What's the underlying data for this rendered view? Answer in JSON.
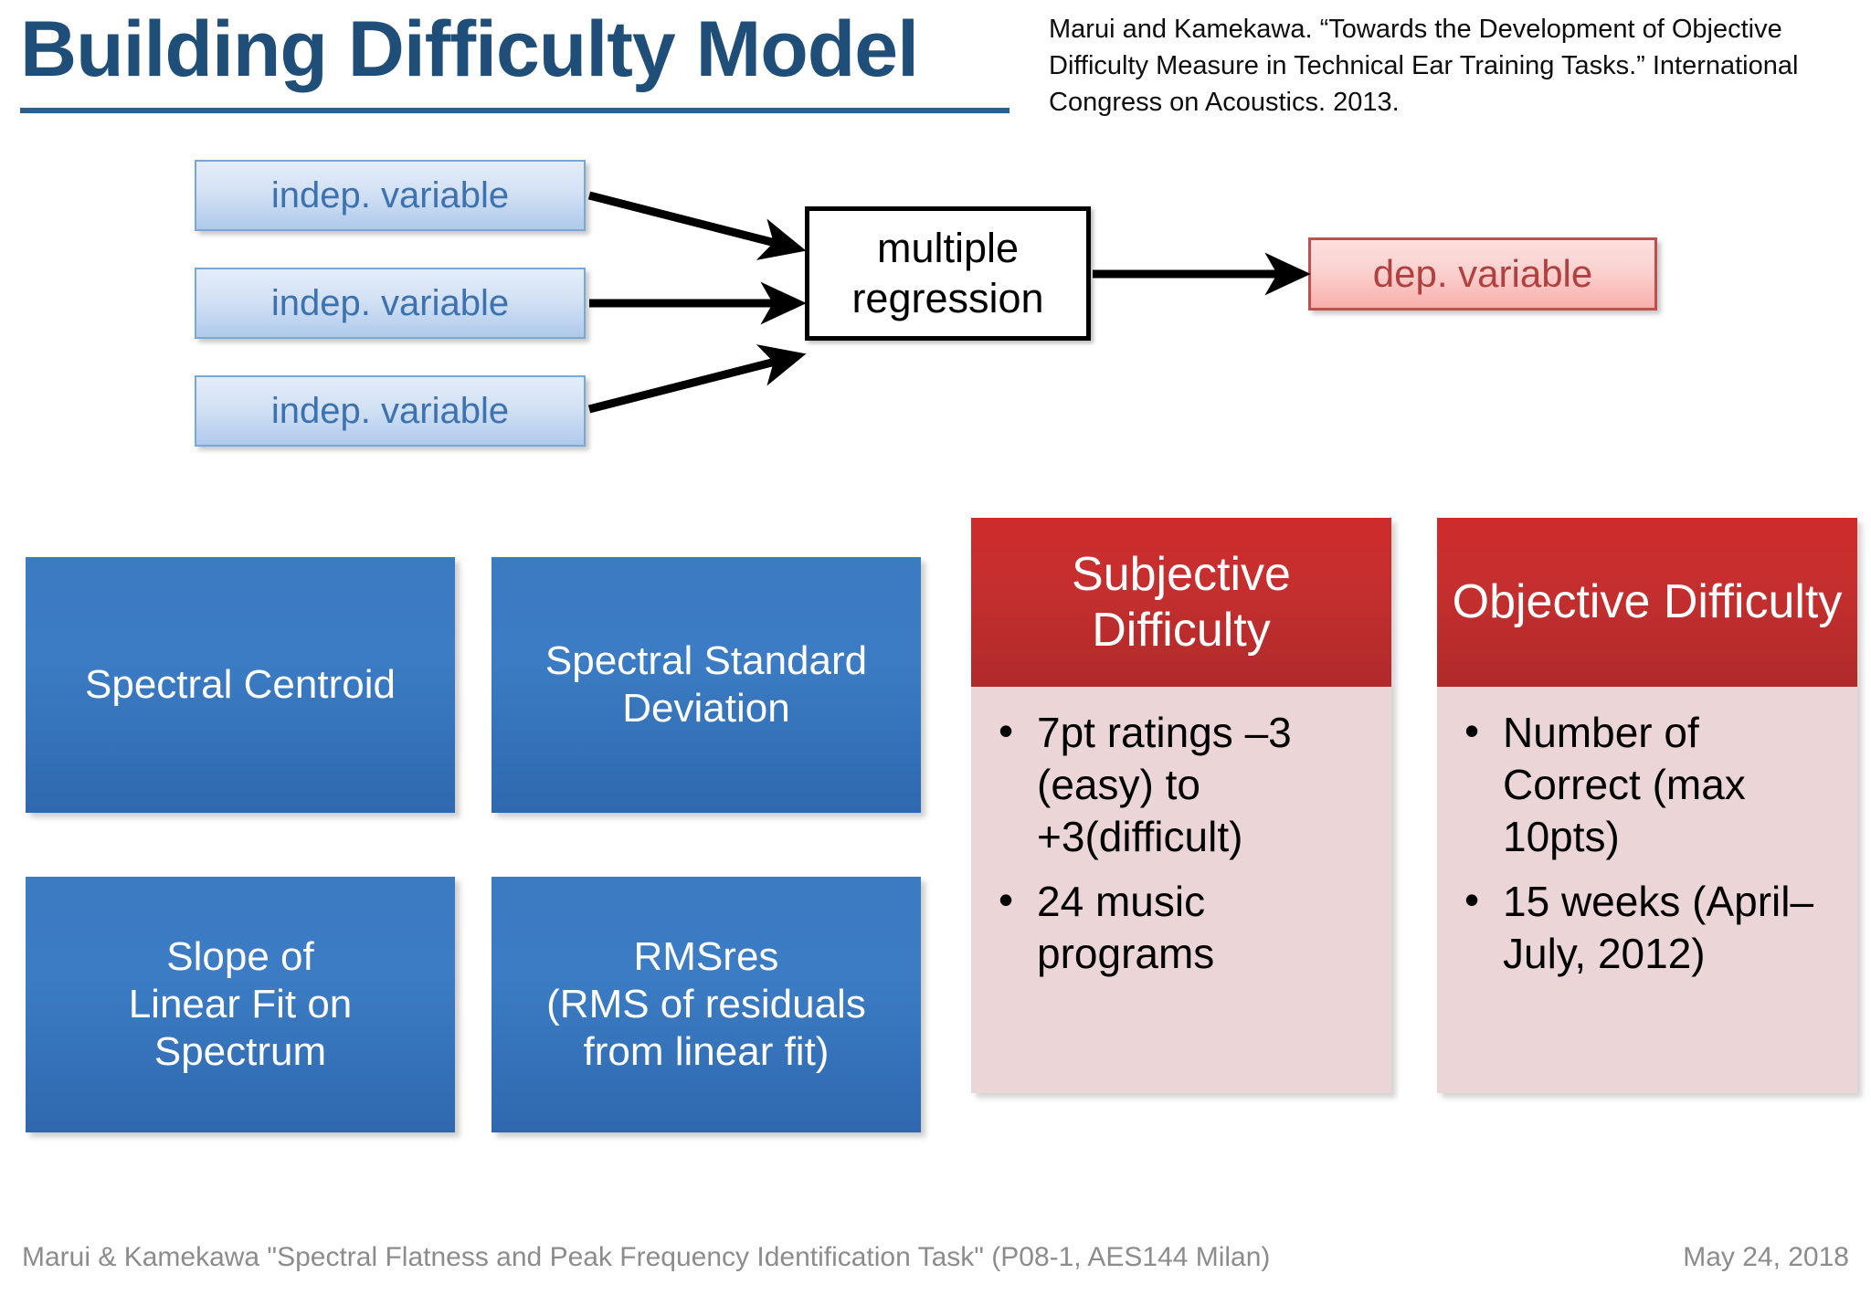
{
  "slide": {
    "title": "Building Difficulty Model",
    "title_color": "#1F4E79",
    "rule_color": "#2E5F8A",
    "citation": "Marui and Kamekawa. “Towards the Development of Objective Difficulty Measure in Technical Ear Training Tasks.” International Congress on Acoustics. 2013."
  },
  "flow": {
    "independent_variables": [
      {
        "label": "indep. variable"
      },
      {
        "label": "indep. variable"
      },
      {
        "label": "indep. variable"
      }
    ],
    "model_line1": "multiple",
    "model_line2": "regression",
    "dependent_variable": "dep. variable",
    "iv_fill": "#D3E1F4",
    "iv_border": "#7BA7D7",
    "iv_text_color": "#3C72B0",
    "dv_fill": "#FAD2D0",
    "dv_border": "#C0504D",
    "dv_text_color": "#B0413E",
    "arrow_color": "#000000"
  },
  "features": {
    "fill": "#3B7CC4",
    "text_color": "#FFFFFF",
    "items": [
      {
        "label": "Spectral Centroid"
      },
      {
        "label": "Spectral Standard Deviation"
      },
      {
        "label": "Slope of\nLinear Fit on\nSpectrum"
      },
      {
        "label": "RMSres\n(RMS of residuals\nfrom linear fit)"
      }
    ]
  },
  "difficulty_panels": {
    "header_fill": "#C72F2F",
    "body_fill": "#EBD5D7",
    "header_text_color": "#FFFFFF",
    "panels": [
      {
        "title": "Subjective Difficulty",
        "bullets": [
          "7pt ratings –3 (easy) to +3(difficult)",
          "24 music programs"
        ]
      },
      {
        "title": "Objective Difficulty",
        "bullets": [
          "Number of Correct (max 10pts)",
          "15 weeks (April–July, 2012)"
        ]
      }
    ]
  },
  "footer": {
    "left": "Marui & Kamekawa \"Spectral Flatness and Peak Frequency Identification Task\" (P08-1, AES144 Milan)",
    "right": "May 24, 2018",
    "color": "#8C8C8C"
  }
}
